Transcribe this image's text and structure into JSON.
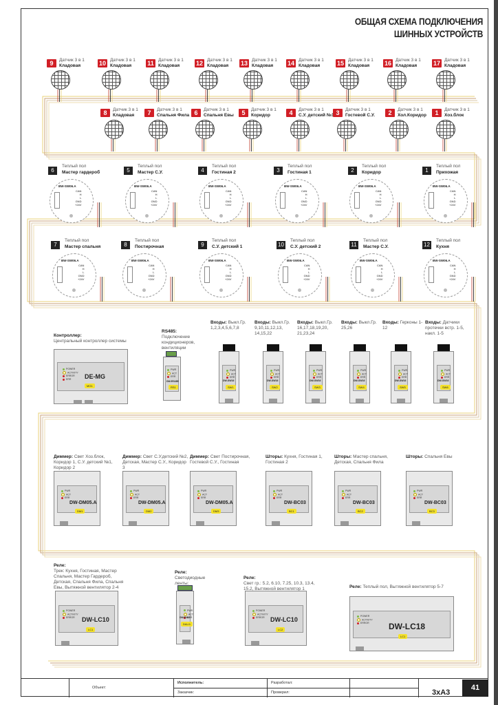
{
  "title": {
    "line1": "ОБЩАЯ СХЕМА ПОДКЛЮЧЕНИЯ",
    "line2": "ШИННЫХ УСТРОЙСТВ"
  },
  "sensor_type": "Датчик 3 в 1",
  "sensors_row1": [
    {
      "num": "9",
      "room": "Кладовая"
    },
    {
      "num": "10",
      "room": "Кладовая"
    },
    {
      "num": "11",
      "room": "Кладовая"
    },
    {
      "num": "12",
      "room": "Кладовая"
    },
    {
      "num": "13",
      "room": "Кладовая"
    },
    {
      "num": "14",
      "room": "Кладовая"
    },
    {
      "num": "15",
      "room": "Кладовая"
    },
    {
      "num": "16",
      "room": "Кладовая"
    },
    {
      "num": "17",
      "room": "Кладовая"
    }
  ],
  "sensors_row2": [
    {
      "num": "8",
      "room": "Кладовая"
    },
    {
      "num": "7",
      "room": "Спальня Фила"
    },
    {
      "num": "6",
      "room": "Спальня Евы"
    },
    {
      "num": "5",
      "room": "Коридор"
    },
    {
      "num": "4",
      "room": "С.У. детский №1"
    },
    {
      "num": "3",
      "room": "Гостевой С.У."
    },
    {
      "num": "2",
      "room": "Хол.Коридор"
    },
    {
      "num": "1",
      "room": "Хоз.блок"
    }
  ],
  "floor_type": "Теплый пол",
  "thermostat": {
    "model": "BW-SW06.A",
    "pins": [
      "CAN",
      "H",
      "L",
      "GND",
      "+24V"
    ]
  },
  "floor_row1": [
    {
      "num": "6",
      "room": "Мастер гардероб"
    },
    {
      "num": "5",
      "room": "Мастер С.У."
    },
    {
      "num": "4",
      "room": "Гостиная 2"
    },
    {
      "num": "3",
      "room": "Гостиная 1"
    },
    {
      "num": "2",
      "room": "Коридор"
    },
    {
      "num": "1",
      "room": "Прихожая"
    }
  ],
  "floor_row2": [
    {
      "num": "7",
      "room": "Мастер спальня"
    },
    {
      "num": "8",
      "room": "Постирочная"
    },
    {
      "num": "9",
      "room": "С.У. детский 1"
    },
    {
      "num": "10",
      "room": "С.У. детский 2"
    },
    {
      "num": "11",
      "room": "Мастер С.У."
    },
    {
      "num": "12",
      "room": "Кухня"
    }
  ],
  "controller": {
    "label_bold": "Контроллер:",
    "label": "Центральный контроллер системы",
    "model": "DE-MG",
    "tag": "MG1",
    "leds": [
      "POWER",
      "ACTIVITY",
      "ERROR",
      "ERR"
    ]
  },
  "rs485": {
    "label_bold": "RS485:",
    "label": "Подключение кондиционеров, вентиляции",
    "model": "DW-RS485",
    "tag": "RS1",
    "leds": [
      "PWR",
      "ACT",
      "ERR"
    ]
  },
  "inputs_label": "Входы:",
  "inputs": [
    {
      "text": "Выкл.Гр. 1,2,3,4,5,6,7,8",
      "tag": "SW1"
    },
    {
      "text": "Выкл.Гр. 9,10,11,12,13, 14,15,22",
      "tag": "SW2"
    },
    {
      "text": "Выкл.Гр. 16,17,18,19,20, 21,23,24",
      "tag": "SW3"
    },
    {
      "text": "Выкл.Гр. 25,26",
      "tag": "SW4"
    },
    {
      "text": "Герконы 1-12",
      "tag": "SW5"
    },
    {
      "text": "Датчики протечки встр. 1-5, накл. 1-5",
      "tag": "SW6"
    }
  ],
  "input_model": "DW-SW16",
  "small_leds": [
    "PWR",
    "ACT",
    "ERR"
  ],
  "dimmer_label": "Диммер:",
  "dimmers": [
    {
      "text": "Свет Хоз.блок, Коридор 1, С.У. детский №1, Коридор 2",
      "tag": "DM1"
    },
    {
      "text": "Свет С.У.детский №2, Детская, Мастер С.У., Коридор 3",
      "tag": "DM2"
    },
    {
      "text": "Свет Постирочная, Гостевой С.У., Гостиная",
      "tag": "DM3"
    }
  ],
  "dimmer_model": "DW-DM05.A",
  "curtain_label": "Шторы:",
  "curtains": [
    {
      "text": "Кухня, Гостиная 1, Гостиная 2",
      "tag": "BC1"
    },
    {
      "text": "Мастер спальня, Детская, Спальня Фила",
      "tag": "BC2"
    },
    {
      "text": "Спальня Евы",
      "tag": "BC3"
    }
  ],
  "curtain_model": "DW-BC03",
  "relay_label": "Реле:",
  "relays": [
    {
      "text": "Трек: Кухня, Гостиная, Мастер Спальня, Мастер Гардероб, Детская, Спальня Фила, Спальня Евы, Вытяжной вентилятор 2-4",
      "model": "DW-LC10",
      "tag": "LC1"
    },
    {
      "text": "Светодиодные ленты:",
      "model": "DW-DALI",
      "tag": "DALI1"
    },
    {
      "text": "Свет гр.: 5.2, 6.10, 7.25, 10.3, 13.4, 15.2, Вытяжной вентилятор 1",
      "model": "DW-LC10",
      "tag": "LC2"
    },
    {
      "text": "Теплый пол, Вытяжной вентилятор 5-7",
      "model": "DW-LC18",
      "tag": "LC1"
    }
  ],
  "relay_leds": [
    "POWER",
    "ACTIVITY",
    "ERROR"
  ],
  "footer": {
    "object": "Объект:",
    "executor": "Исполнитель:",
    "customer": "Заказчик:",
    "developed": "Разработал:",
    "checked": "Проверил:",
    "format": "3xA3",
    "page": "41"
  },
  "colors": {
    "badge_red": "#d11f26",
    "badge_dark": "#222222",
    "wire_yellow": "#e8d27a",
    "wire_red": "#c0392b",
    "wire_black": "#111111",
    "wire_tan": "#c9a27a",
    "tag_yellow": "#f4e12a"
  }
}
